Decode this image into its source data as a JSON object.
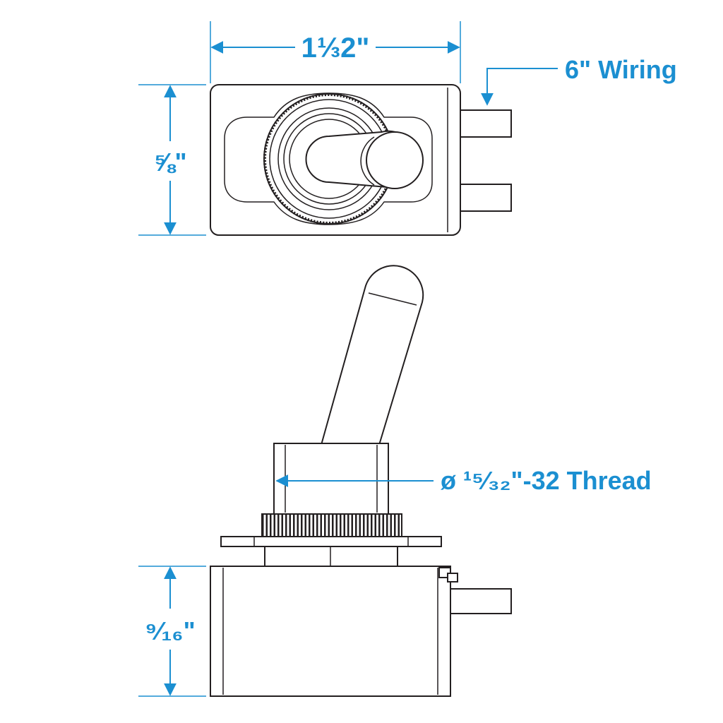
{
  "colors": {
    "dimension": "#1b8fd1",
    "outline": "#231f20",
    "background": "#ffffff"
  },
  "dimensions": {
    "width_label": "1⅓2\"",
    "height_top_label": "⅝\"",
    "wiring_label": "6\" Wiring",
    "thread_label": "ø ¹⁵⁄₃₂\"-32 Thread",
    "height_side_label": "⁹⁄₁₆\""
  }
}
